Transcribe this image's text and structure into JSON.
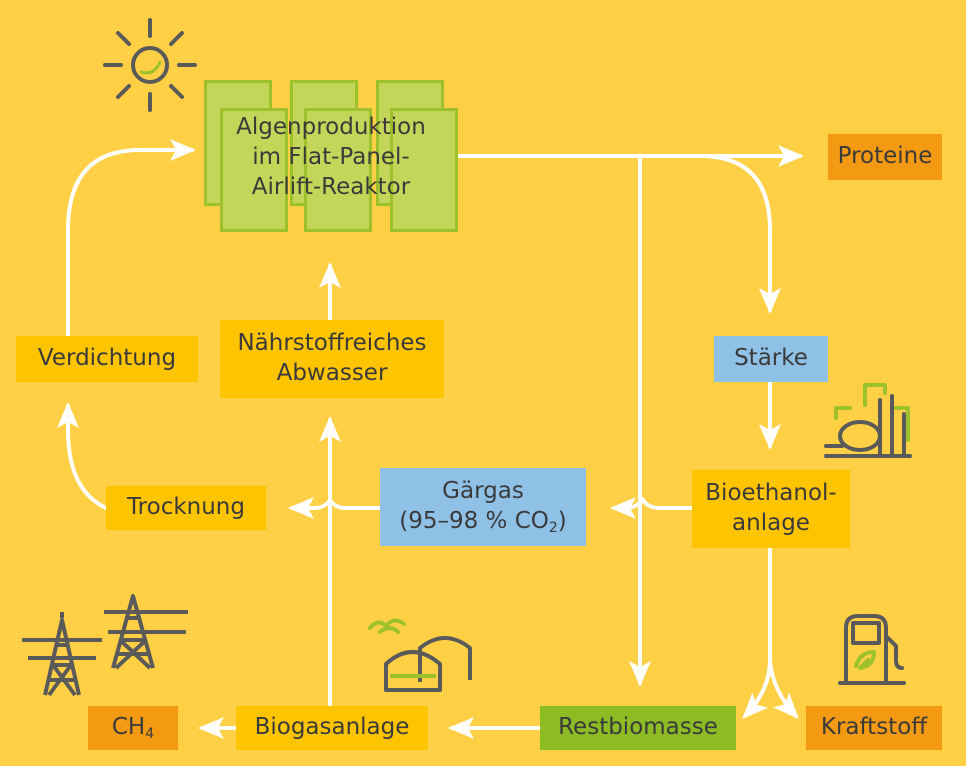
{
  "nodes": {
    "algae": {
      "line1": "Algenproduktion",
      "line2": "im Flat-Panel-",
      "line3": "Airlift-Reaktor"
    },
    "proteine": {
      "label": "Proteine"
    },
    "staerke": {
      "label": "Stärke"
    },
    "verdichtung": {
      "label": "Verdichtung"
    },
    "naehrstoff": {
      "line1": "Nährstoffreiches",
      "line2": "Abwasser"
    },
    "trocknung": {
      "label": "Trocknung"
    },
    "gaergas": {
      "line1": "Gärgas",
      "line2_prefix": "(95–98 % CO",
      "line2_sub": "2",
      "line2_suffix": ")"
    },
    "bioethanol": {
      "line1": "Bioethanol-",
      "line2": "anlage"
    },
    "ch4": {
      "prefix": "CH",
      "sub": "4"
    },
    "biogas": {
      "label": "Biogasanlage"
    },
    "restbiomasse": {
      "label": "Restbiomasse"
    },
    "kraftstoff": {
      "label": "Kraftstoff"
    }
  },
  "icons": [
    "sun-icon",
    "refinery-icon",
    "power-pylon-icon",
    "biogas-plant-icon",
    "fuel-pump-icon"
  ],
  "colors": {
    "background": "#FFCF45",
    "box_yellow": "#FFC400",
    "box_blue": "#8FC1E6",
    "box_orange": "#F39A12",
    "box_green": "#8CBB24",
    "algae_panel": "#C4D65A",
    "icon_dark": "#5a5a5a",
    "icon_green": "#9CC12A"
  }
}
